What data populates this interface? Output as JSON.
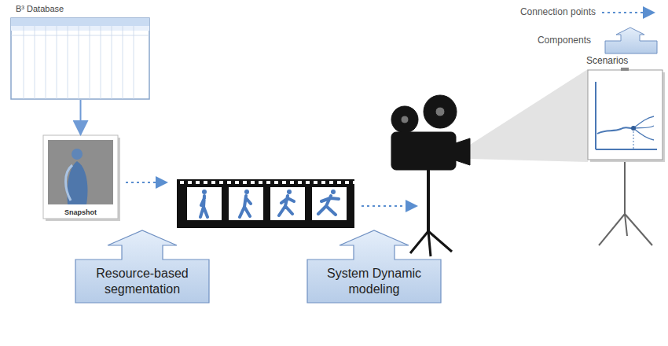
{
  "diagram": {
    "nodes": [
      {
        "text": [
          "B³ Database"
        ]
      },
      {
        "text": [
          "Snapshot"
        ]
      },
      {
        "text": [
          "Scenarios"
        ]
      },
      {
        "text": [
          "Resource-based segmentation"
        ]
      },
      {
        "text": [
          "System Dynamic modeling"
        ]
      }
    ],
    "edges": [
      {
        "from": 0,
        "to": 1,
        "arrow": "to"
      }
    ],
    "legend": [
      {
        "text": "Connection points"
      },
      {
        "text": "Components"
      }
    ]
  }
}
